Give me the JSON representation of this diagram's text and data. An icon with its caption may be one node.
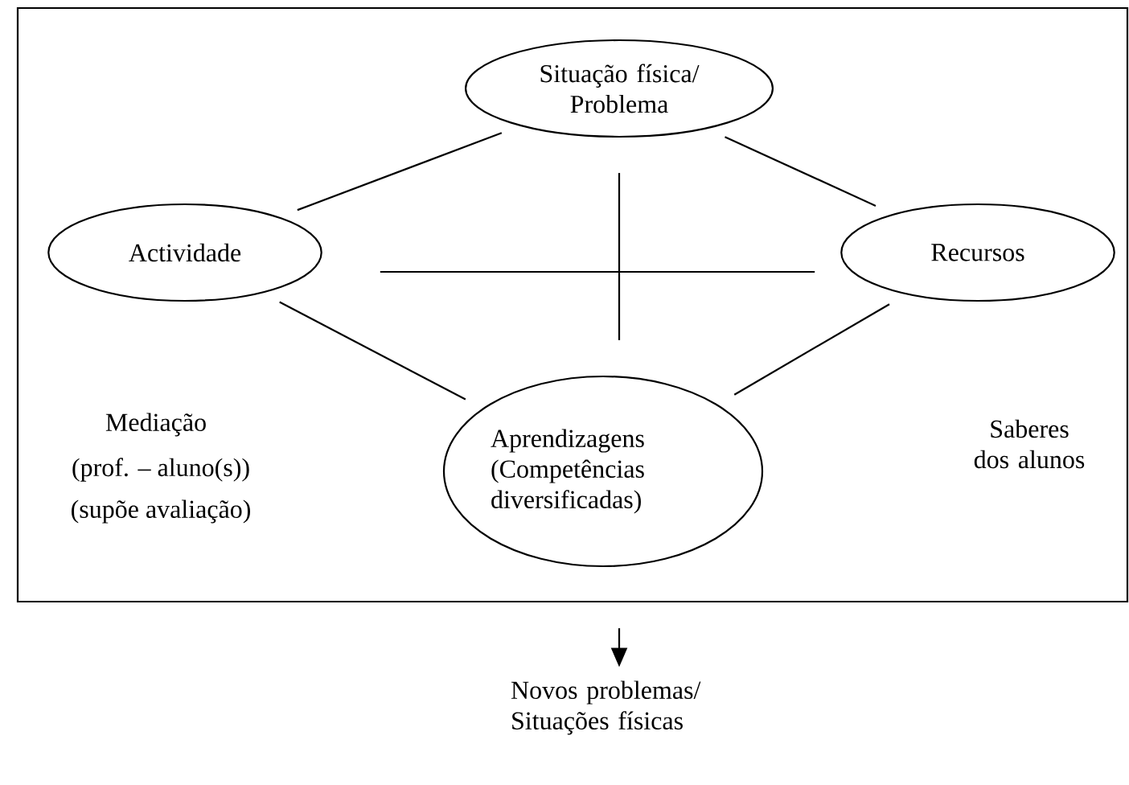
{
  "diagram": {
    "nodes": [
      {
        "text": [],
        "shape": "box"
      },
      {
        "text": [
          "Situação física/ Problema"
        ],
        "in": 0
      },
      {
        "text": [
          "Actividade"
        ],
        "in": 0
      },
      {
        "text": [
          "Recursos"
        ],
        "in": 0
      },
      {
        "text": [
          "Aprendizagens (Competências diversificadas)"
        ],
        "in": 0
      },
      {
        "text": [
          "Novos problemas/ Situações físicas"
        ]
      }
    ],
    "edges": [
      {
        "from": 1,
        "to": 2,
        "arrow": "none"
      },
      {
        "from": 1,
        "to": 3,
        "arrow": "none"
      },
      {
        "from": 1,
        "to": 4,
        "arrow": "none"
      },
      {
        "from": 2,
        "to": 3,
        "arrow": "none"
      },
      {
        "from": 2,
        "to": 4,
        "arrow": "none"
      },
      {
        "from": 3,
        "to": 4,
        "arrow": "none"
      },
      {
        "from": 0,
        "to": 5,
        "arrow": "to"
      }
    ],
    "labels": [
      "Mediação",
      "(prof. – aluno(s))",
      "(supõe avaliação)",
      "Saberes dos alunos"
    ]
  }
}
